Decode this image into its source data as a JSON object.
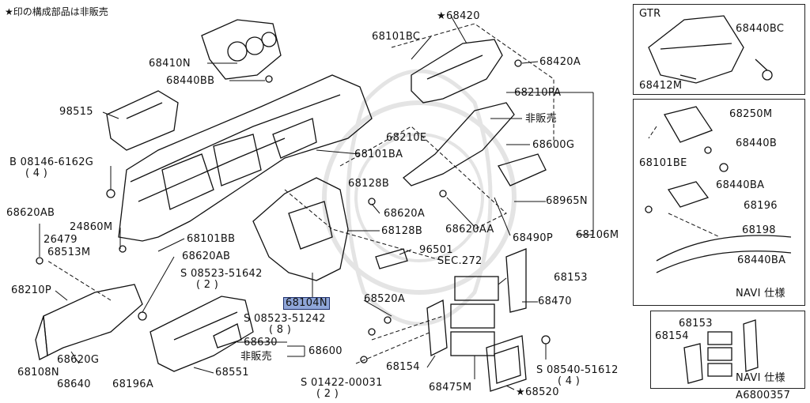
{
  "header": {
    "note": "★印の構成部品は非販売"
  },
  "diagram_id": "A6800357",
  "main": {
    "labels": {
      "p98515": "98515",
      "p68410N": "68410N",
      "p68440BB": "68440BB",
      "p68101BC": "68101BC",
      "p68420": "★68420",
      "p68420A": "68420A",
      "p68210E": "68210E",
      "p68210PA": "68210PA",
      "hibaibai1": "非販売",
      "p68600G": "68600G",
      "p68101BA": "68101BA",
      "p08146": "B 08146-6162G",
      "p08146q": "( 4 )",
      "p68128B_top": "68128B",
      "p68620A": "68620A",
      "p68620AA": "68620AA",
      "p68965N": "68965N",
      "p68490P": "68490P",
      "p68106M": "68106M",
      "p68620AB_l": "68620AB",
      "p24860M": "24860M",
      "p26479": "26479",
      "p68513M": "68513M",
      "p68101BB": "68101BB",
      "p68620AB_r": "68620AB",
      "p68128B_mid": "68128B",
      "p96501": "96501",
      "p68210P": "68210P",
      "p08523a": "S 08523-51642",
      "p08523aq": "( 2 )",
      "p68104N": "68104N",
      "sec272": "SEC.272",
      "p68153": "68153",
      "p68520A": "68520A",
      "p68470": "68470",
      "p08523b": "S 08523-51242",
      "p08523bq": "( 8 )",
      "p68630": "68630",
      "p68600": "68600",
      "hibaibai2": "非販売",
      "p68108N": "68108N",
      "p68620G": "68620G",
      "p68640": "68640",
      "p68196A": "68196A",
      "p68551": "68551",
      "p68154": "68154",
      "p01422": "S 01422-00031",
      "p01422q": "( 2 )",
      "p68475M": "68475M",
      "p68520": "★68520",
      "p08540": "S 08540-51612",
      "p08540q": "( 4 )"
    }
  },
  "gtr_panel": {
    "title": "GTR",
    "p68440BC": "68440BC",
    "p68412M": "68412M"
  },
  "navi_panel": {
    "p68250M": "68250M",
    "p68440B": "68440B",
    "p68101BE": "68101BE",
    "p68440BA_1": "68440BA",
    "p68196": "68196",
    "p68198": "68198",
    "p68440BA_2": "68440BA",
    "caption": "NAVI 仕様"
  },
  "navi_panel2": {
    "p68153": "68153",
    "p68154": "68154",
    "caption": "NAVI 仕様"
  }
}
